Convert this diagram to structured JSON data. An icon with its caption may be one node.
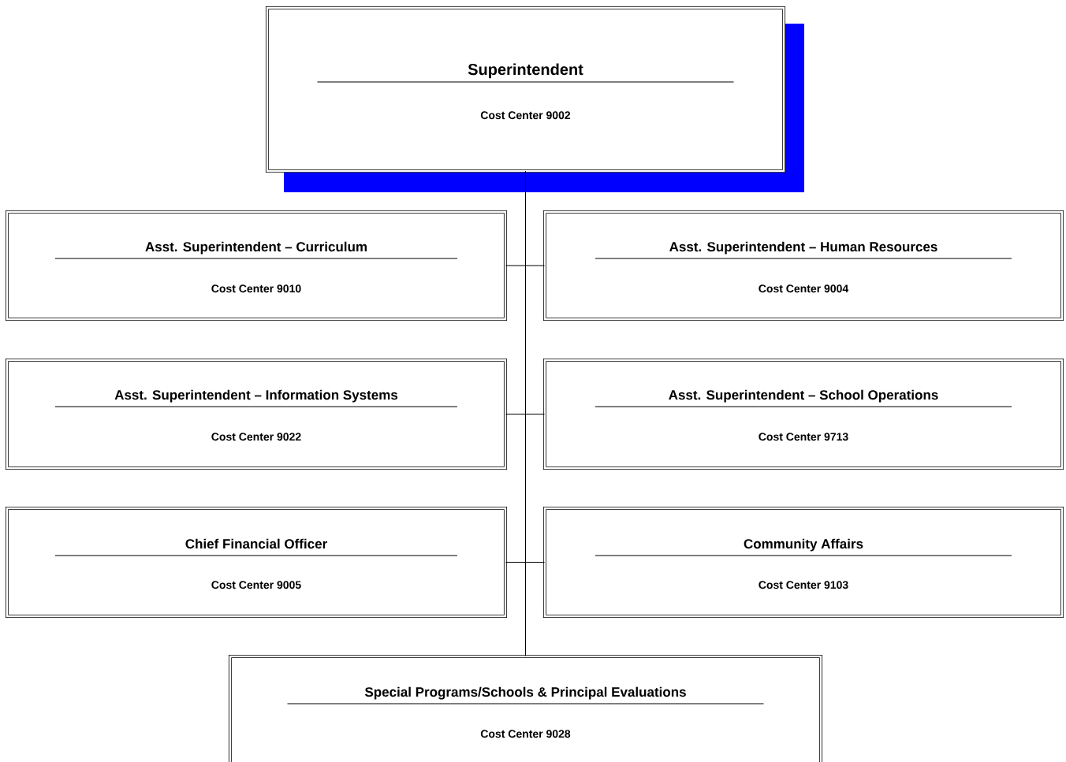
{
  "diagram": {
    "nodes": [
      {
        "text": [
          "Superintendent",
          "Cost Center 9002"
        ]
      },
      {
        "text": [
          "Asst. Superintendent – Curriculum",
          "Cost Center 9010"
        ]
      },
      {
        "text": [
          "Asst. Superintendent – Human Resources",
          "Cost Center 9004"
        ]
      },
      {
        "text": [
          "Asst. Superintendent – Information Systems",
          "Cost Center 9022"
        ]
      },
      {
        "text": [
          "Asst. Superintendent – School Operations",
          "Cost Center 9713"
        ]
      },
      {
        "text": [
          "Chief Financial Officer",
          "Cost Center 9005"
        ]
      },
      {
        "text": [
          "Community Affairs",
          "Cost Center 9103"
        ]
      },
      {
        "text": [
          "Special Programs/Schools & Principal Evaluations",
          "Cost Center 9028"
        ]
      }
    ],
    "edges": [
      {
        "from": 0,
        "to": 1,
        "arrow": "none"
      },
      {
        "from": 0,
        "to": 2,
        "arrow": "none"
      },
      {
        "from": 0,
        "to": 3,
        "arrow": "none"
      },
      {
        "from": 0,
        "to": 4,
        "arrow": "none"
      },
      {
        "from": 0,
        "to": 5,
        "arrow": "none"
      },
      {
        "from": 0,
        "to": 6,
        "arrow": "none"
      },
      {
        "from": 0,
        "to": 7,
        "arrow": "none"
      }
    ]
  }
}
